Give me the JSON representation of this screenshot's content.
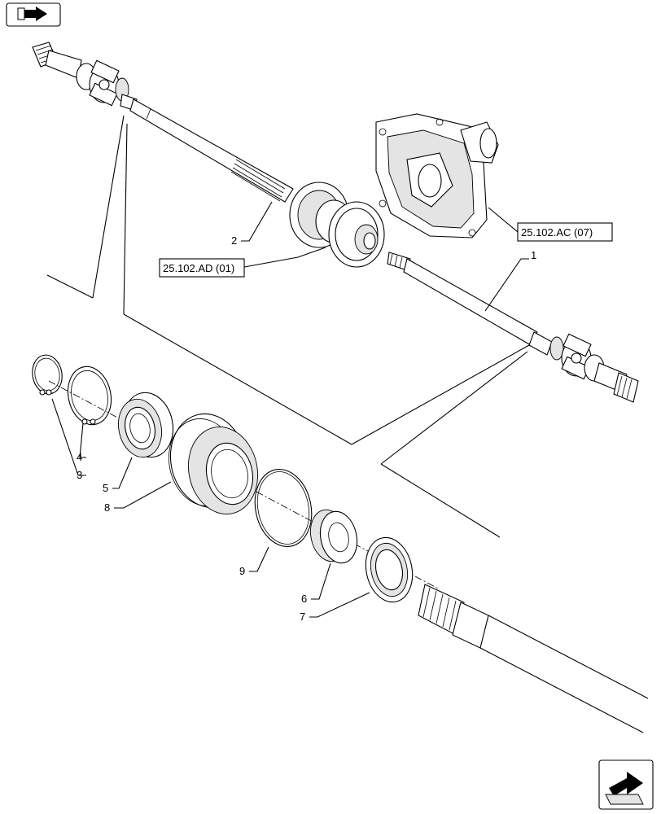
{
  "references": {
    "differential": "25.102.AD (01)",
    "housing": "25.102.AC (07)"
  },
  "callouts": {
    "c1": "1",
    "c2": "2",
    "c3": "3",
    "c4": "4",
    "c5": "5",
    "c6": "6",
    "c7": "7",
    "c8": "8",
    "c9": "9"
  },
  "icons": {
    "top_left": "page-nav-arrow-icon",
    "bottom_right": "next-page-arrow-icon"
  }
}
